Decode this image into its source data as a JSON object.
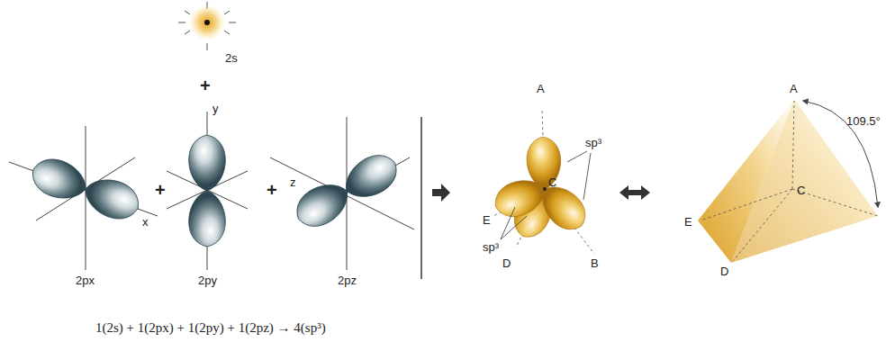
{
  "diagram": {
    "labels": [
      "2s",
      "+",
      "y",
      "x",
      "2px",
      "+",
      "2py",
      "+",
      "z",
      "2pz",
      "A",
      "sp³",
      "C",
      "E",
      "sp³",
      "D",
      "B",
      "A",
      "109.5°",
      "E",
      "C",
      "D",
      "1(2s) + 1(2px) + 1(2py) + 1(2pz) → 4(sp³)"
    ]
  }
}
